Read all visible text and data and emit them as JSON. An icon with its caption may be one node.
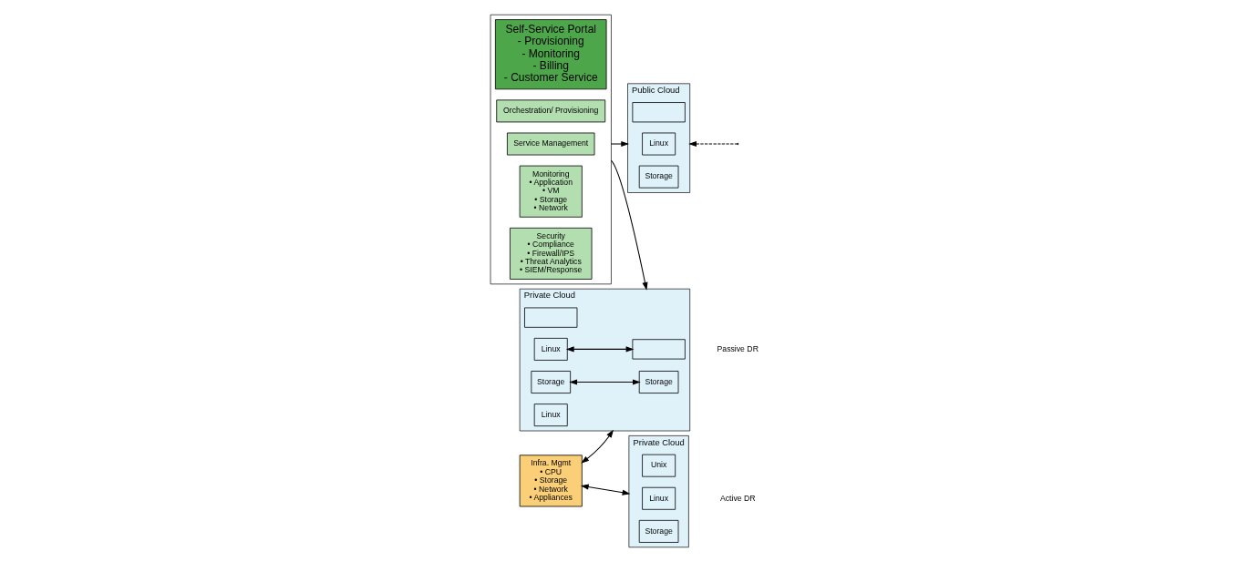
{
  "diagram": {
    "nodes": [
      {
        "text": [],
        "shape": "box"
      },
      {
        "text": [
          "Self-Service Portal",
          "- Provisioning",
          "- Monitoring",
          "- Billing",
          "- Customer Service"
        ],
        "in": 0
      },
      {
        "text": [
          "Orchestration/ Provisioning"
        ],
        "in": 0
      },
      {
        "text": [
          "Service Management"
        ],
        "in": 0
      },
      {
        "text": [
          "Monitoring",
          "• Application",
          "• VM",
          "• Storage",
          "• Network"
        ],
        "in": 0
      },
      {
        "text": [
          "Security",
          "• Compliance",
          "• Firewall/IPS",
          "• Threat Analytics",
          "• SIEM/Response"
        ],
        "in": 0
      },
      {
        "text": [
          "Infra. Mgmt",
          "• CPU",
          "• Storage",
          "• Network",
          "• Appliances"
        ]
      },
      {
        "text": [
          "Public Cloud"
        ]
      },
      {
        "text": [],
        "shape": "box",
        "in": 7
      },
      {
        "text": [
          "Linux"
        ],
        "in": 7
      },
      {
        "text": [
          "Storage"
        ],
        "in": 7
      },
      {
        "text": [
          "Private Cloud"
        ]
      },
      {
        "text": [],
        "shape": "box",
        "in": 11
      },
      {
        "text": [
          "Linux"
        ],
        "in": 11
      },
      {
        "text": [
          "Storage"
        ],
        "in": 11
      },
      {
        "text": [],
        "shape": "box",
        "in": 11
      },
      {
        "text": [
          "Linux"
        ],
        "in": 11
      },
      {
        "text": [
          "Storage"
        ],
        "in": 11
      },
      {
        "text": [
          "Private Cloud"
        ]
      },
      {
        "text": [
          "Unix"
        ],
        "in": 18
      },
      {
        "text": [
          "Linux"
        ],
        "in": 18
      },
      {
        "text": [
          "Storage"
        ],
        "in": 18
      }
    ],
    "edges": [
      {
        "from": 0,
        "to": 7,
        "arrow": "to"
      },
      {
        "from": 0,
        "to": 11,
        "arrow": "to"
      },
      {
        "from": null,
        "to": 7,
        "arrow": "to",
        "style": "dashed"
      },
      {
        "from": 6,
        "to": 11,
        "arrow": "both"
      },
      {
        "from": 6,
        "to": 18,
        "arrow": "both"
      },
      {
        "from": 13,
        "to": 15,
        "arrow": "both"
      },
      {
        "from": 14,
        "to": 17,
        "arrow": "both"
      }
    ],
    "labels": [
      "Active DR",
      "Passive DR"
    ]
  }
}
